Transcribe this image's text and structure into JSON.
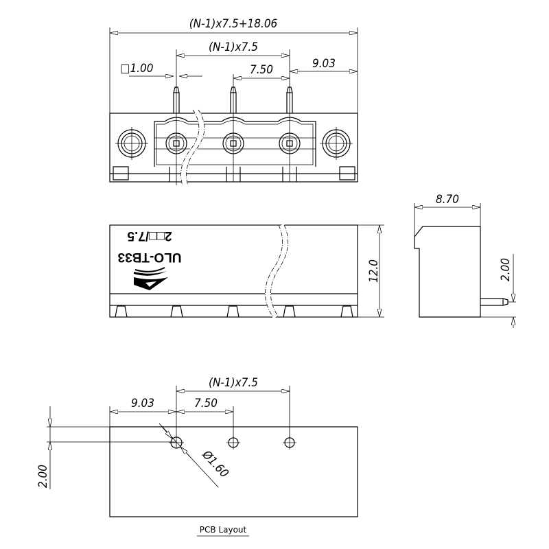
{
  "top_view": {
    "overall_width": "(N-1)x7.5+18.06",
    "pitch_span": "(N-1)x7.5",
    "pin_size": "□1.00",
    "pitch": "7.50",
    "edge_offset": "9.03"
  },
  "front_view": {
    "marking_line1": "2□□/7.5",
    "marking_line2": "ULO-TB33",
    "height": "12.0"
  },
  "side_view": {
    "depth": "8.70",
    "pin_height": "2.00"
  },
  "pcb_layout": {
    "edge_offset": "9.03",
    "pitch": "7.50",
    "pitch_span": "(N-1)x7.5",
    "hole_diameter": "Ø1.60",
    "row_offset": "2.00",
    "caption": "PCB Layout"
  }
}
